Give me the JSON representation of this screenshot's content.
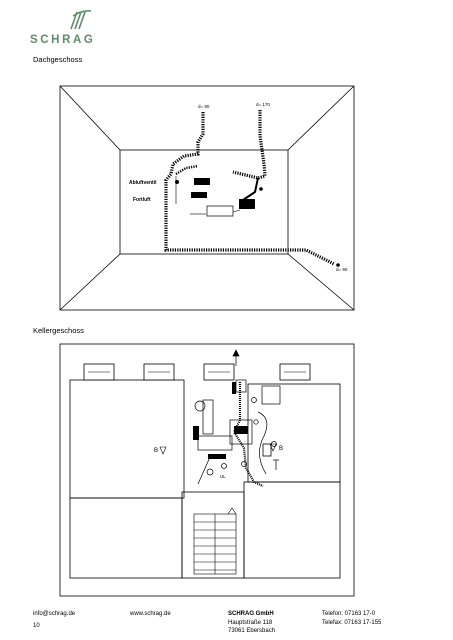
{
  "header": {
    "logo_text": "SCHRAG"
  },
  "sections": {
    "attic_label": "Dachgeschoss",
    "basement_label": "Kellergeschoss"
  },
  "attic_plan": {
    "labels": {
      "exhaust_valve": "Abluftventil",
      "outgoing_air": "Fortluft",
      "d90_top": "d= 90",
      "d170": "d= 170",
      "d90_right": "d= 90"
    }
  },
  "basement_plan": {
    "labels": {
      "b_left": "B",
      "b_right": "B",
      "ul": "UL"
    }
  },
  "footer": {
    "email": "info@schrag.de",
    "web": "www.schrag.de",
    "company": "SCHRAG GmbH",
    "street": "Hauptstraße 118",
    "city": "73061 Ebersbach",
    "phone": "Telefon: 07163 17-0",
    "fax": "Telefax: 07163 17-155",
    "page_number": "10"
  }
}
